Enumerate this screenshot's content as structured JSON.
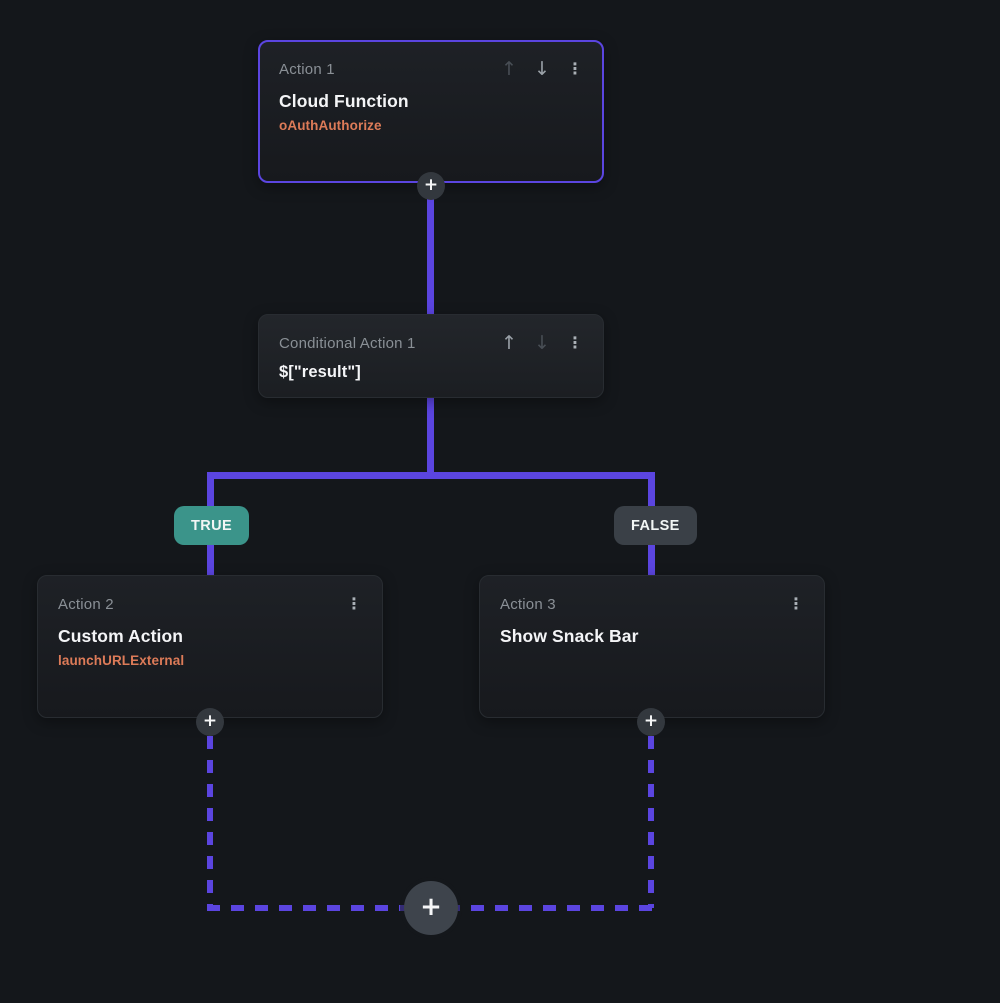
{
  "colors": {
    "canvas_bg": "#14171b",
    "connector_purple": "#5b45e0",
    "true_badge_teal": "#3b948a",
    "false_badge_gray": "#3a4047",
    "function_name_orange": "#dd7b58"
  },
  "nodes": {
    "action1": {
      "label": "Action 1",
      "title": "Cloud Function",
      "subtitle": "oAuthAuthorize"
    },
    "conditional1": {
      "label": "Conditional Action 1",
      "title": "$[\"result\"]"
    },
    "action2": {
      "label": "Action 2",
      "title": "Custom Action",
      "subtitle": "launchURLExternal"
    },
    "action3": {
      "label": "Action 3",
      "title": "Show Snack Bar"
    }
  },
  "branch": {
    "true_label": "TRUE",
    "false_label": "FALSE"
  },
  "icons": {
    "move_up": "↑",
    "move_down": "↓",
    "more_menu": "⋮",
    "add": "+"
  }
}
